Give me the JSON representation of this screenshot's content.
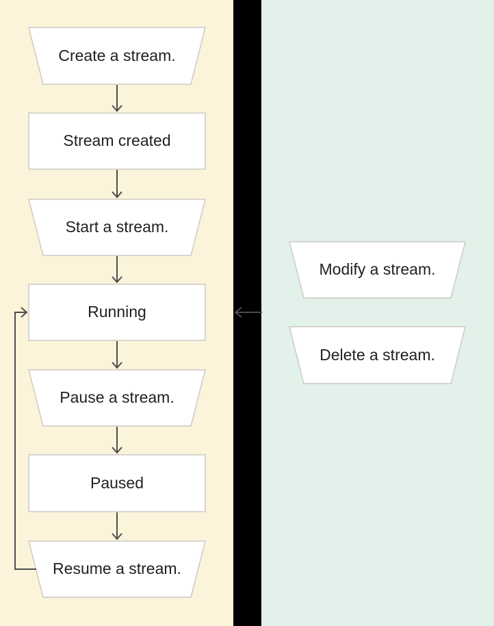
{
  "diagram": {
    "title": "stream lifecycle flowchart",
    "colors": {
      "left_panel_bg": "#fbf4db",
      "divider_bg": "#000000",
      "right_panel_bg": "#e2f1ea",
      "node_fill": "#ffffff",
      "node_border": "#ccc9c3",
      "text": "#212121",
      "arrow": "#4d4d4d"
    },
    "left_panel": {
      "nodes": [
        {
          "id": "create",
          "label": "Create a stream.",
          "shape": "trapezoid"
        },
        {
          "id": "created",
          "label": "Stream created",
          "shape": "rectangle"
        },
        {
          "id": "start",
          "label": "Start a stream.",
          "shape": "trapezoid"
        },
        {
          "id": "running",
          "label": "Running",
          "shape": "rectangle"
        },
        {
          "id": "pause",
          "label": "Pause a stream.",
          "shape": "trapezoid"
        },
        {
          "id": "paused",
          "label": "Paused",
          "shape": "rectangle"
        },
        {
          "id": "resume",
          "label": "Resume a stream.",
          "shape": "trapezoid"
        }
      ]
    },
    "right_panel": {
      "nodes": [
        {
          "id": "modify",
          "label": "Modify a stream.",
          "shape": "trapezoid"
        },
        {
          "id": "delete",
          "label": "Delete a stream.",
          "shape": "trapezoid"
        }
      ]
    },
    "edges": [
      {
        "from": "create",
        "to": "created",
        "type": "down-arrow"
      },
      {
        "from": "created",
        "to": "start",
        "type": "down-arrow"
      },
      {
        "from": "start",
        "to": "running",
        "type": "down-arrow"
      },
      {
        "from": "running",
        "to": "pause",
        "type": "down-arrow"
      },
      {
        "from": "pause",
        "to": "paused",
        "type": "down-arrow"
      },
      {
        "from": "paused",
        "to": "resume",
        "type": "down-arrow"
      },
      {
        "from": "resume",
        "to": "running",
        "type": "loop-back-left"
      },
      {
        "from": "right-panel",
        "to": "running",
        "type": "left-arrow-across-divider"
      }
    ]
  }
}
